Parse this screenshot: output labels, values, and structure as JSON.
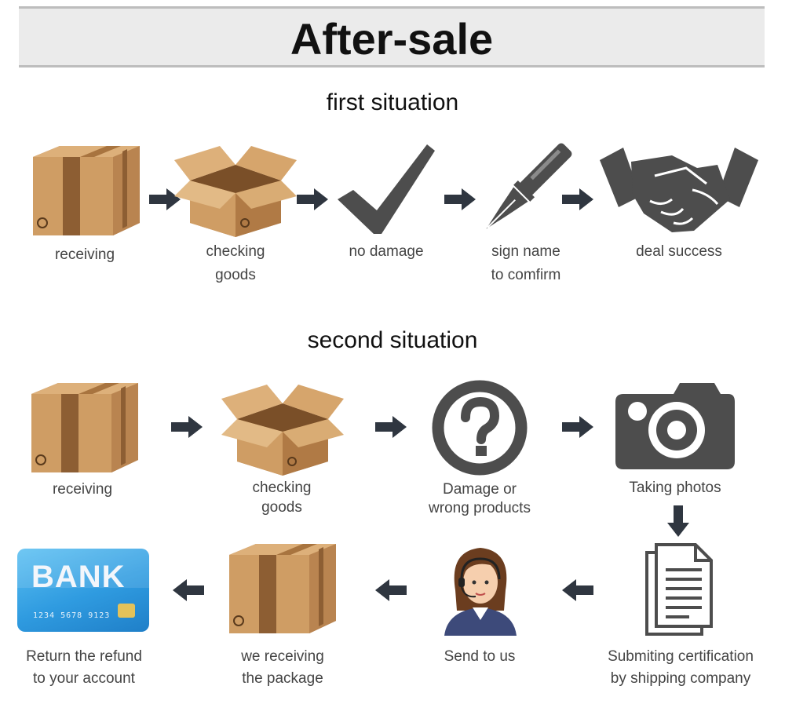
{
  "title": "After-sale",
  "first": {
    "title": "first situation",
    "steps": [
      {
        "icon": "box-closed-icon",
        "lines": [
          "receiving"
        ]
      },
      {
        "icon": "box-open-icon",
        "lines": [
          "checking",
          "goods"
        ]
      },
      {
        "icon": "checkmark-icon",
        "lines": [
          "no damage"
        ]
      },
      {
        "icon": "pen-icon",
        "lines": [
          "sign name",
          "to comfirm"
        ]
      },
      {
        "icon": "handshake-icon",
        "lines": [
          "deal success"
        ]
      }
    ]
  },
  "second": {
    "title": "second situation",
    "steps": [
      {
        "icon": "box-closed-icon",
        "lines": [
          "receiving"
        ]
      },
      {
        "icon": "box-open-icon",
        "lines": [
          "checking",
          "goods"
        ]
      },
      {
        "icon": "question-icon",
        "lines": [
          "Damage or",
          "wrong products"
        ]
      },
      {
        "icon": "camera-icon",
        "lines": [
          "Taking photos"
        ]
      },
      {
        "icon": "document-icon",
        "lines": [
          "Submiting certification",
          "by shipping company"
        ]
      },
      {
        "icon": "support-agent-icon",
        "lines": [
          "Send to us"
        ]
      },
      {
        "icon": "box-closed-icon",
        "lines": [
          "we receiving",
          "the package"
        ]
      },
      {
        "icon": "bank-card-icon",
        "lines": [
          "Return the refund",
          "to your account"
        ]
      }
    ]
  },
  "bank_card": {
    "brand": "BANK",
    "number": "1234 5678 9123"
  },
  "colors": {
    "icon_gray": "#4d4d4d",
    "arrow": "#2f3640",
    "box": "#c89a62",
    "card": "#2f9be0"
  }
}
